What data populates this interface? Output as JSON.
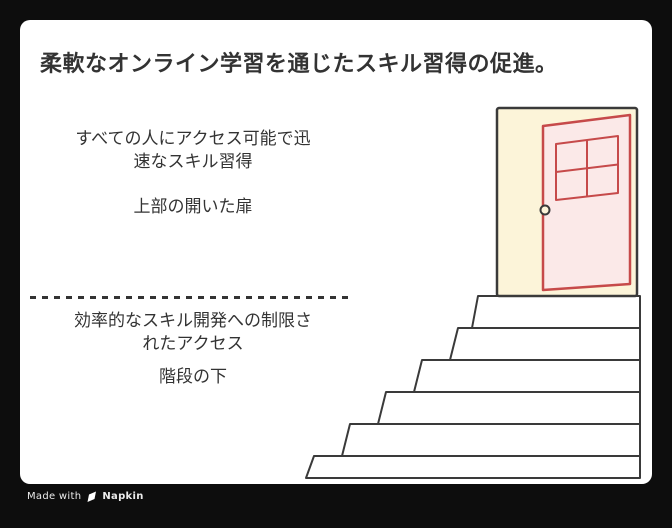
{
  "title": "柔軟なオンライン学習を通じたスキル習得の促進。",
  "upper": {
    "line1": "すべての人にアクセス可能で迅",
    "line2": "速なスキル習得",
    "label": "上部の開いた扉"
  },
  "lower": {
    "line1": "効率的なスキル開発への制限さ",
    "line2": "れたアクセス",
    "label": "階段の下"
  },
  "watermark": {
    "made_with": "Made with",
    "brand": "Napkin"
  },
  "icons": {
    "watermark_pen": "pen-icon"
  },
  "colors": {
    "frame_background": "#0d0d0d",
    "canvas_background": "#ffffff",
    "text": "#333333",
    "outline": "#3a3a3a",
    "door_frame_fill": "#fcf4d9",
    "door_panel_fill": "#fbe9e8",
    "door_red": "#c64a4a",
    "stair_fill": "#ffffff",
    "watermark_text": "#ebebeb"
  }
}
